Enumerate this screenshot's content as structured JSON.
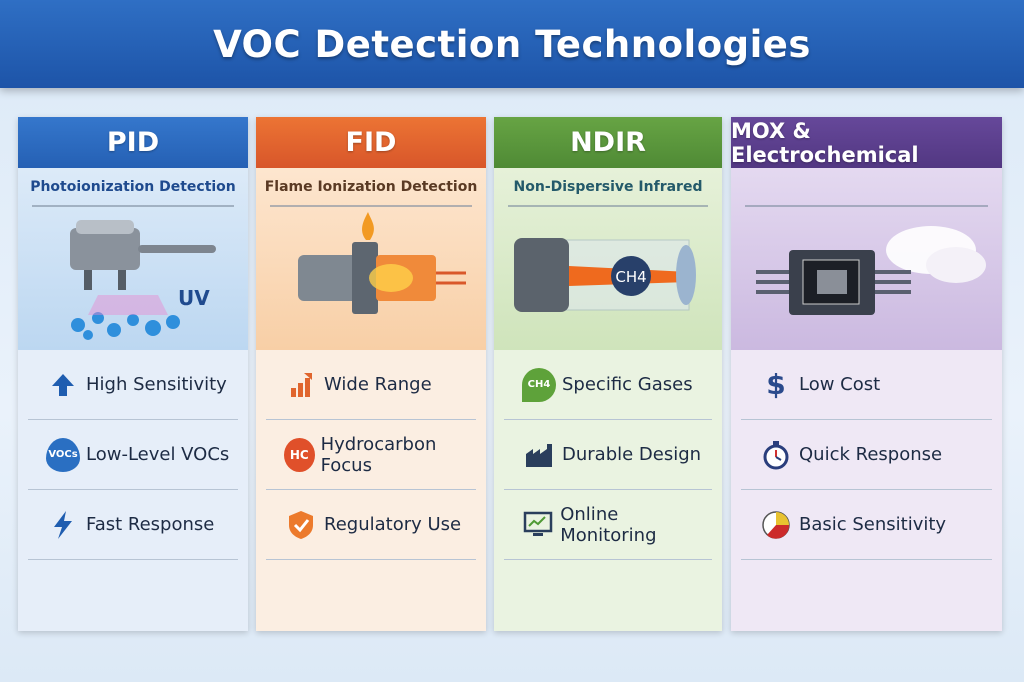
{
  "title": "VOC Detection Technologies",
  "columns": [
    {
      "name": "PID",
      "subtitle": "Photoionization Detection",
      "illustration_label": "UV",
      "color": "#2e6cc0",
      "features": [
        "High Sensitivity",
        "Low-Level VOCs",
        "Fast Response"
      ],
      "icon_labels": [
        "",
        "VOCs",
        ""
      ]
    },
    {
      "name": "FID",
      "subtitle": "Flame Ionization Detection",
      "color": "#e0652d",
      "features": [
        "Wide Range",
        "Hydrocarbon Focus",
        "Regulatory Use"
      ],
      "icon_labels": [
        "",
        "HC",
        ""
      ]
    },
    {
      "name": "NDIR",
      "subtitle": "Non-Dispersive Infrared",
      "illustration_label": "CH4",
      "color": "#5e9a3e",
      "features": [
        "Specific Gases",
        "Durable Design",
        "Online Monitoring"
      ],
      "icon_labels": [
        "CH4",
        "",
        ""
      ]
    },
    {
      "name": "MOX & Electrochemical",
      "color": "#5c3f8c",
      "features": [
        "Low Cost",
        "Quick Response",
        "Basic Sensitivity"
      ],
      "icon_labels": [
        "$",
        "",
        ""
      ]
    }
  ]
}
